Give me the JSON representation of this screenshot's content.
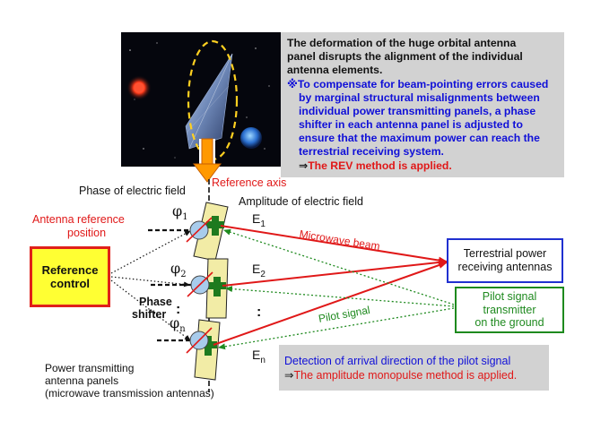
{
  "top_note": {
    "line1": "The deformation of the huge orbital antenna",
    "line2": "panel disrupts the alignment of the individual",
    "line3": "antenna elements.",
    "blue1": "※To compensate for beam-pointing errors caused",
    "blue2": "by marginal structural misalignments between",
    "blue3": "individual power transmitting panels, a phase",
    "blue4": "shifter in each antenna panel is adjusted to",
    "blue5": "ensure that the maximum power can reach the",
    "blue6": "terrestrial receiving system.",
    "rev_arrow": "⇒",
    "rev_text": "The REV method is applied."
  },
  "labels": {
    "phase_field": "Phase of electric field",
    "reference_axis": "Reference axis",
    "amplitude_field": "Amplitude of electric field",
    "antenna_ref_1": "Antenna reference",
    "antenna_ref_2": "position",
    "microwave_beam": "Microwave beam",
    "pilot_signal": "Pilot signal",
    "phase_shifter_1": "Phase",
    "phase_shifter_2": "shifter",
    "panels_1": "Power transmitting",
    "panels_2": "antenna panels",
    "panels_3": "(microwave transmission antennas)",
    "dots": ":"
  },
  "symbols": {
    "phi": "φ",
    "phi_1": "1",
    "phi_2": "2",
    "phi_n": "n",
    "e": "E",
    "e_1": "1",
    "e_2": "2",
    "e_n": "n"
  },
  "boxes": {
    "reference_control_1": "Reference",
    "reference_control_2": "control",
    "terrestrial_1": "Terrestrial power",
    "terrestrial_2": "receiving antennas",
    "pilot_1": "Pilot signal",
    "pilot_2": "transmitter",
    "pilot_3": "on the ground"
  },
  "bottom_note": {
    "line1": "Detection of arrival direction of the pilot signal",
    "arrow": "⇒",
    "line2": "The amplitude monopulse method is applied."
  },
  "colors": {
    "red": "#e01818",
    "blue": "#1010d8",
    "green": "#1f8a1f",
    "panel_fill": "#f2eca6",
    "orange_arrow": "#ff9900",
    "grey_note": "#d2d2d2"
  }
}
